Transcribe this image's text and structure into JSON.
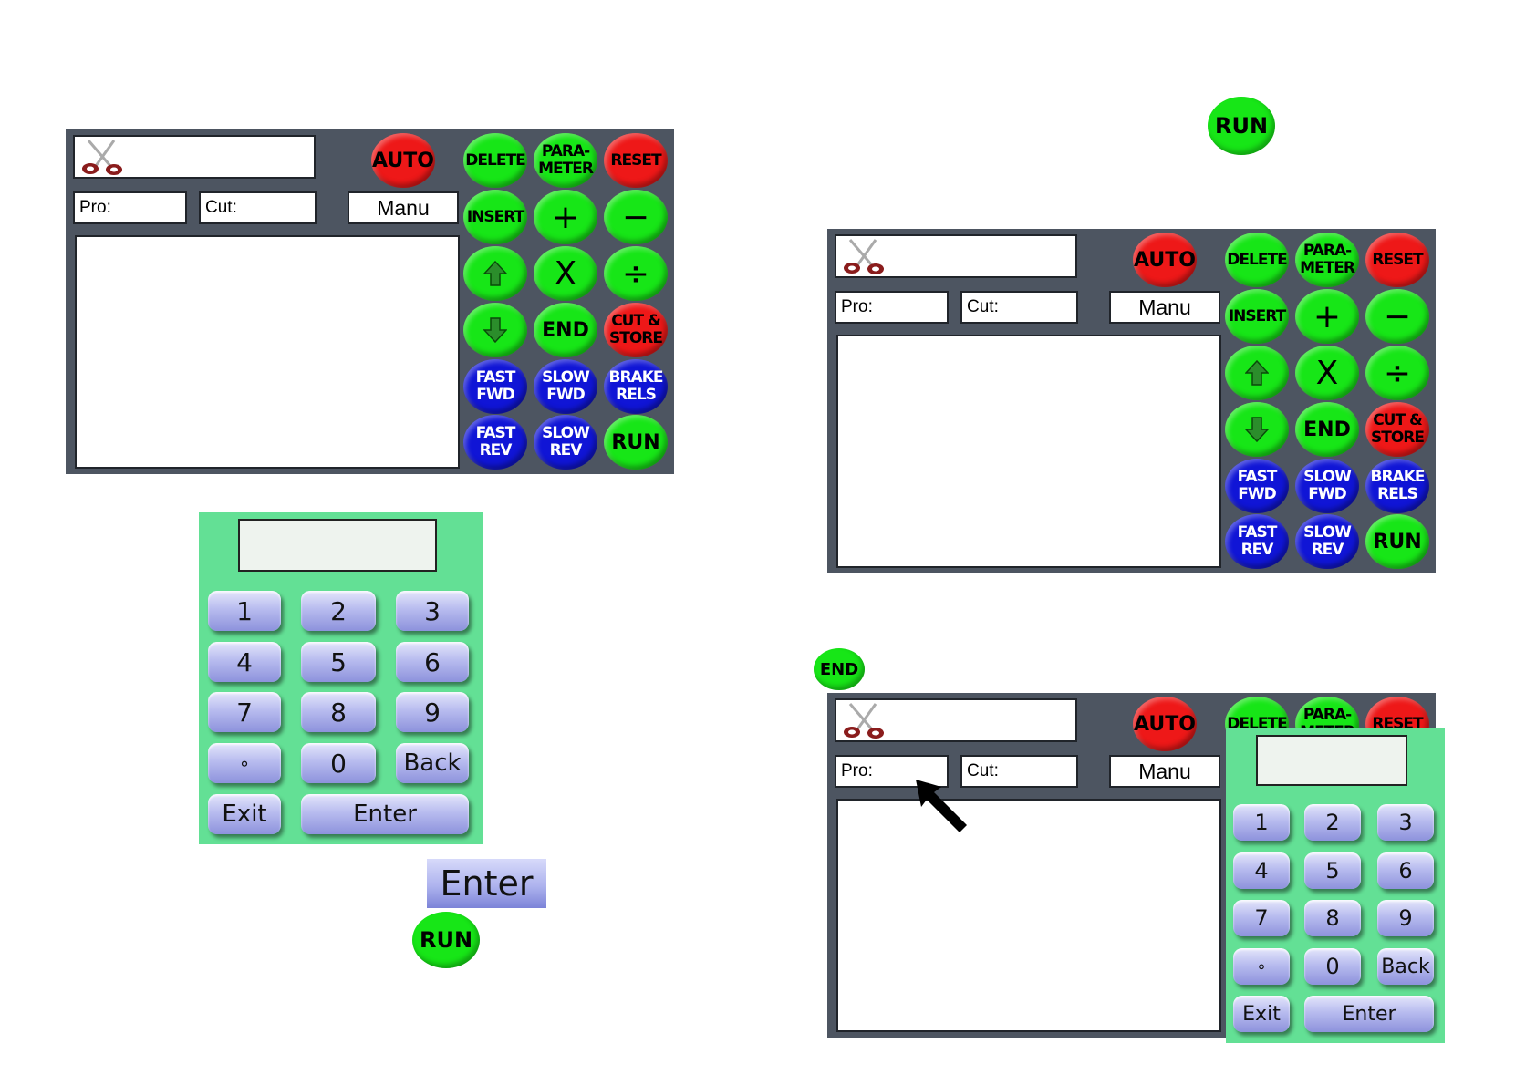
{
  "panel": {
    "pro_label": "Pro:",
    "cut_label": "Cut:",
    "mode_value": "Manu",
    "logo_icon": "scissors-icon",
    "buttons": {
      "auto": "AUTO",
      "delete": "DELETE",
      "parameter_line1": "PARA-",
      "parameter_line2": "METER",
      "reset": "RESET",
      "insert": "INSERT",
      "plus": "+",
      "minus": "−",
      "up_icon": "arrow-up-icon",
      "multiply": "X",
      "divide": "÷",
      "down_icon": "arrow-down-icon",
      "end": "END",
      "cut_store_line1": "CUT &",
      "cut_store_line2": "STORE",
      "fast_fwd_line1": "FAST",
      "fast_fwd_line2": "FWD",
      "slow_fwd_line1": "SLOW",
      "slow_fwd_line2": "FWD",
      "brake_rels_line1": "BRAKE",
      "brake_rels_line2": "RELS",
      "fast_rev_line1": "FAST",
      "fast_rev_line2": "REV",
      "slow_rev_line1": "SLOW",
      "slow_rev_line2": "REV",
      "run": "RUN"
    },
    "colors": {
      "frame": "#4d5561",
      "green": "#17e617",
      "red": "#ee1818",
      "blue": "#1015d6"
    }
  },
  "keypad": {
    "keys": [
      "1",
      "2",
      "3",
      "4",
      "5",
      "6",
      "7",
      "8",
      "9",
      "∘",
      "0",
      "Back"
    ],
    "exit": "Exit",
    "enter": "Enter",
    "background": "#63e095"
  },
  "callouts": {
    "enter": "Enter",
    "run_bottom": "RUN",
    "run_top": "RUN",
    "end": "END",
    "pointer_icon": "arrow-pointer-icon"
  }
}
